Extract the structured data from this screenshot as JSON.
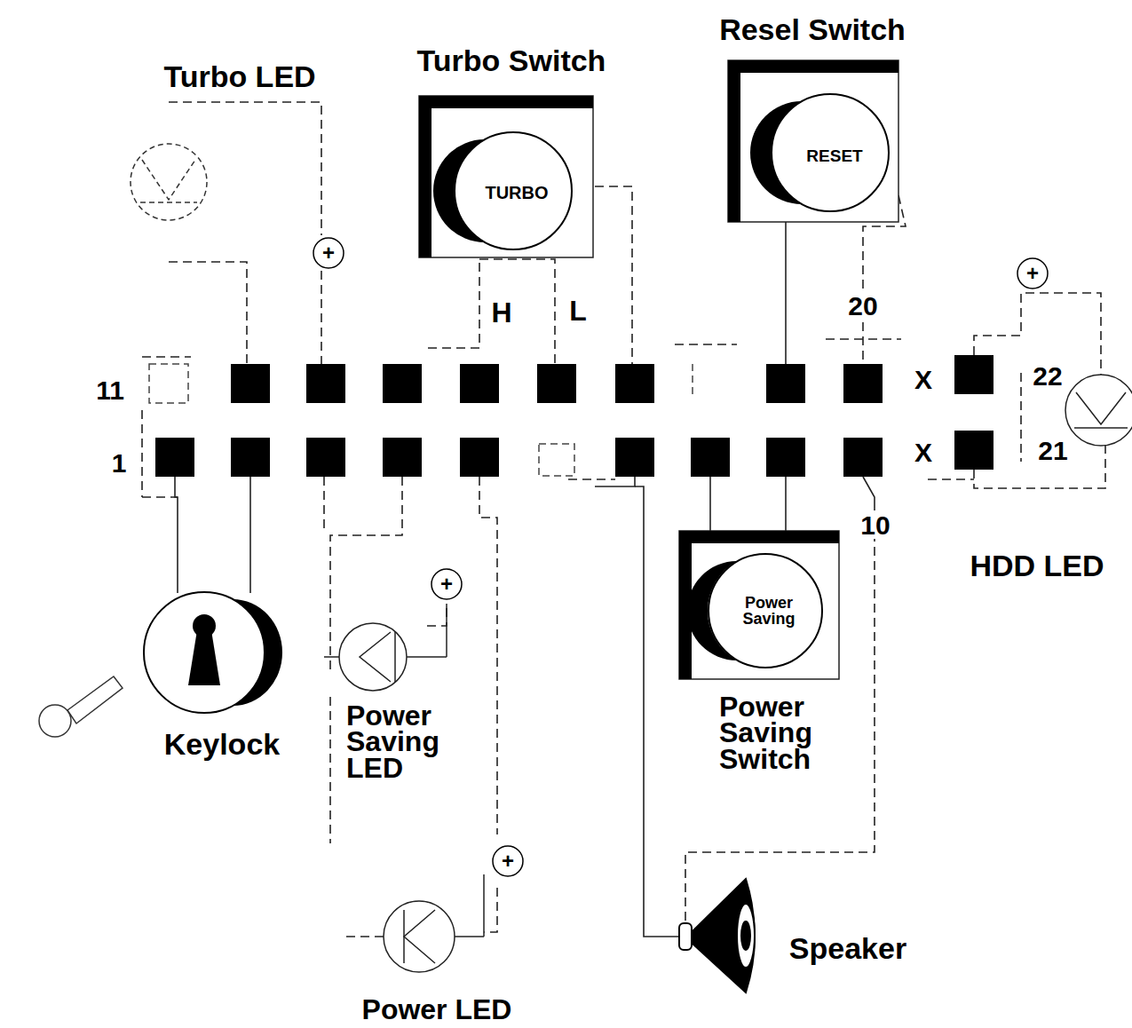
{
  "diagram": {
    "nodes": [
      {
        "text": [
          "Turbo LED"
        ]
      },
      {
        "text": [
          "Turbo Switch",
          "TURBO"
        ]
      },
      {
        "text": [
          "Resel Switch",
          "RESET"
        ]
      },
      {
        "text": [
          "HDD LED"
        ]
      },
      {
        "text": [
          "Keylock"
        ]
      },
      {
        "text": [
          "Power Saving LED"
        ]
      },
      {
        "text": [
          "Power Saving",
          "Power Saving Switch"
        ]
      },
      {
        "text": [
          "Power LED"
        ]
      },
      {
        "text": [
          "Speaker"
        ]
      }
    ],
    "labels": [
      "11",
      "1",
      "H",
      "L",
      "20",
      "22",
      "21",
      "10",
      "X",
      "X",
      "+",
      "+",
      "+",
      "+"
    ]
  }
}
